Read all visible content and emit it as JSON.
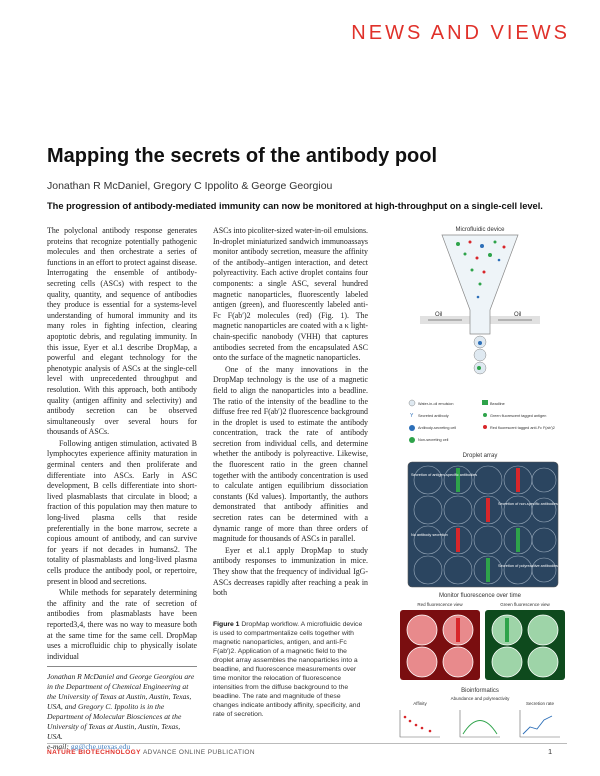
{
  "header": {
    "section": "NEWS AND VIEWS"
  },
  "article": {
    "title": "Mapping the secrets of the antibody pool",
    "authors": "Jonathan R McDaniel, Gregory C Ippolito & George Georgiou",
    "standfirst": "The progression of antibody-mediated immunity can now be monitored at high-throughput on a single-cell level.",
    "col1": [
      "The polyclonal antibody response generates proteins that recognize potentially pathogenic molecules and then orchestrate a series of functions in an effort to protect against disease. Interrogating the ensemble of antibody-secreting cells (ASCs) with respect to the quality, quantity, and sequence of antibodies they produce is essential for a systems-level understanding of humoral immunity and its many roles in fighting infection, clearing apoptotic debris, and regulating immunity. In this issue, Eyer et al.1 describe DropMap, a powerful and elegant technology for the phenotypic analysis of ASCs at the single-cell level with unprecedented throughput and resolution. With this approach, both antibody quality (antigen affinity and selectivity) and antibody secretion can be observed simultaneously over several hours for thousands of ASCs.",
      "Following antigen stimulation, activated B lymphocytes experience affinity maturation in germinal centers and then proliferate and differentiate into ASCs. Early in ASC development, B cells differentiate into short-lived plasmablasts that circulate in blood; a fraction of this population may then mature to long-lived plasma cells that reside preferentially in the bone marrow, secrete a copious amount of antibody, and can survive for years if not decades in humans2. The totality of plasmablasts and long-lived plasma cells produce the antibody pool, or repertoire, present in blood and secretions.",
      "While methods for separately determining the affinity and the rate of secretion of antibodies from plasmablasts have been reported3,4, there was no way to measure both at the same time for the same cell. DropMap uses a microfluidic chip to physically isolate individual"
    ],
    "col2": [
      "ASCs into picoliter-sized water-in-oil emulsions. In-droplet miniaturized sandwich immunoassays monitor antibody secretion, measure the affinity of the antibody–antigen interaction, and detect polyreactivity. Each active droplet contains four components: a single ASC, several hundred magnetic nanoparticles, fluorescently labeled antigen (green), and fluorescently labeled anti-Fc F(ab′)2 molecules (red) (Fig. 1). The magnetic nanoparticles are coated with a κ light-chain-specific nanobody (VHH) that captures antibodies secreted from the encapsulated ASC onto the surface of the magnetic nanoparticles.",
      "One of the many innovations in the DropMap technology is the use of a magnetic field to align the nanoparticles into a beadline. The ratio of the intensity of the beadline to the diffuse free red F(ab′)2 fluorescence background in the droplet is used to estimate the antibody concentration, track the rate of antibody secretion from individual cells, and determine whether the antibody is polyreactive. Likewise, the fluorescent ratio in the green channel together with the antibody concentration is used to calculate antigen equilibrium dissociation constants (Kd values). Importantly, the authors demonstrated that antibody affinities and secretion rates can be determined with a dynamic range of more than three orders of magnitude for thousands of ASCs in parallel.",
      "Eyer et al.1 apply DropMap to study antibody responses to immunization in mice. They show that the frequency of individual IgG-ASCs decreases rapidly after reaching a peak in both"
    ],
    "affiliation": "Jonathan R McDaniel and George Georgiou are in the Department of Chemical Engineering at the University of Texas at Austin, Austin, Texas, USA, and Gregory C. Ippolito is in the Department of Molecular Biosciences at the University of Texas at Austin, Austin, Texas, USA.",
    "email_label": "e-mail:",
    "email": "gg@che.utexas.edu",
    "caption_label": "Figure 1",
    "caption": "DropMap workflow. A microfluidic device is used to compartmentalize cells together with magnetic nanoparticles, antigen, and anti-Fc F(ab′)2. Application of a magnetic field to the droplet array assembles the nanoparticles into a beadline, and fluorescence measurements over time monitor the relocation of fluorescence intensities from the diffuse background to the beadline. The rate and magnitude of these changes indicate antibody affinity, specificity, and rate of secretion."
  },
  "figure": {
    "microfluidic_label": "Microfluidic device",
    "oil_left": "Oil",
    "oil_right": "Oil",
    "legend": {
      "water_in_oil": "Water-in-oil emulsion",
      "beadline": "Beadline",
      "secreted_antibody": "Secreted antibody",
      "green_antigen": "Green fluorescent tagged antigen",
      "antibody_secreting": "Antibody-secreting cell",
      "red_antifc": "Red fluorescent tagged anti-Fc F(ab′)2",
      "non_secreting": "Non-secreting cell"
    },
    "droplet_array_label": "Droplet array",
    "array_labels": {
      "antigen_specific": "Secretion of antigen-specific antibodies",
      "non_specific": "Secretion of non-specific antibodies",
      "no_secretion": "No antibody secretion",
      "polyreactive": "Secretion of polyreactive antibodies"
    },
    "monitor_label": "Monitor fluorescence over time",
    "red_view": "Red fluorescence view",
    "green_view": "Green fluorescence view",
    "bioinformatics_label": "Bioinformatics",
    "plot_affinity": "Affinity",
    "plot_abundance": "Abundance and polyreactivity",
    "plot_secretion": "Secretion rate",
    "colors": {
      "red": "#d8262a",
      "green": "#2ea34a",
      "blue": "#2d6fb8",
      "grey": "#9aa2aa"
    }
  },
  "footer": {
    "journal": "NATURE BIOTECHNOLOGY",
    "publication": "ADVANCE ONLINE PUBLICATION",
    "page": "1"
  }
}
